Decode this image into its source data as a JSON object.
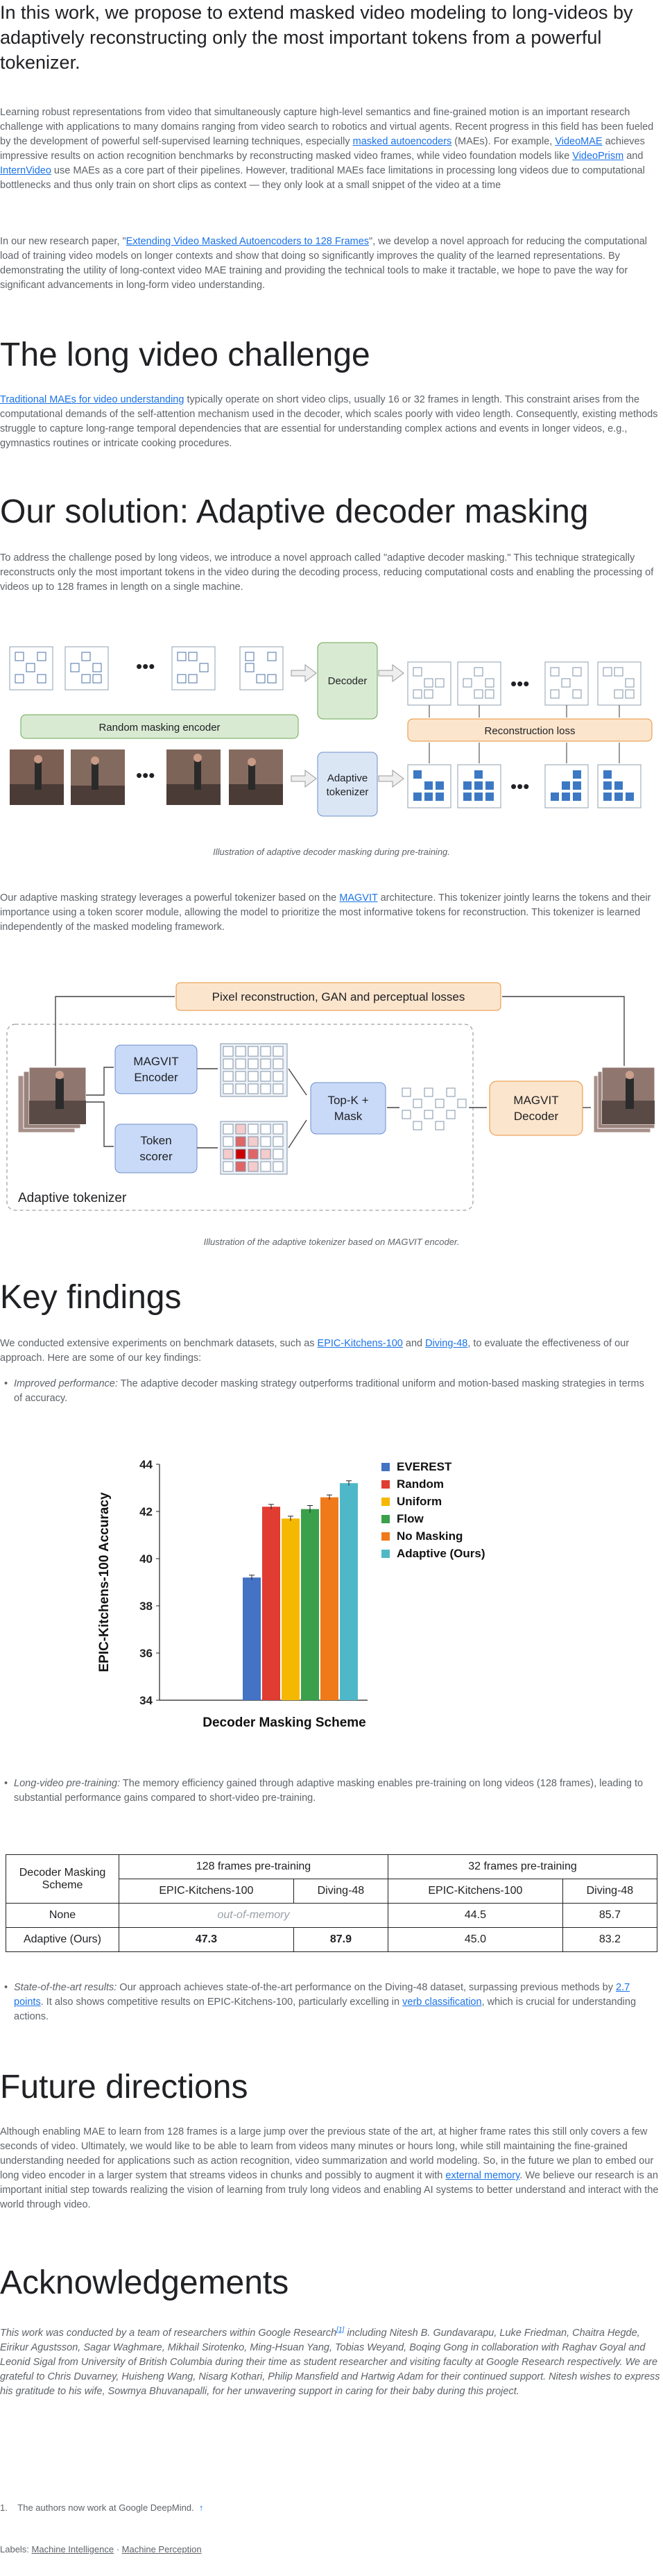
{
  "intro": {
    "lead": "In this work, we propose to extend masked video modeling to long-videos by adaptively reconstructing only the most important tokens from a powerful tokenizer.",
    "p1_a": "Learning robust representations from video that simultaneously capture high-level semantics and fine-grained motion is an important research challenge with applications to many domains ranging from video search to robotics and virtual agents. Recent progress in this field has been fueled by the development of powerful self-supervised learning techniques, especially ",
    "p1_link1": "masked autoencoders",
    "p1_b": " (MAEs). For example, ",
    "p1_link2": "VideoMAE",
    "p1_c": " achieves impressive results on action recognition benchmarks by reconstructing masked video frames, while video foundation models like ",
    "p1_link3": "VideoPrism",
    "p1_d": " and ",
    "p1_link4": "InternVideo",
    "p1_e": " use MAEs as a core part of their pipelines. However, traditional MAEs face limitations in processing long videos due to computational bottlenecks and thus only train on short clips as context — they only look at a small snippet of the video at a time",
    "p2_a": "In our new research paper, \"",
    "p2_link": "Extending Video Masked Autoencoders to 128 Frames",
    "p2_b": "\", we develop a novel approach for reducing the computational load of training video models on longer contexts and show that doing so significantly improves the quality of the learned representations. By demonstrating the utility of long-context video MAE training and providing the technical tools to make it tractable, we hope to pave the way for significant advancements in long-form video understanding."
  },
  "challenge": {
    "heading": "The long video challenge",
    "link": "Traditional MAEs for video understanding",
    "text": " typically operate on short video clips, usually 16 or 32 frames in length. This constraint arises from the computational demands of the self-attention mechanism used in the decoder, which scales poorly with video length. Consequently, existing methods struggle to capture long-range temporal dependencies that are essential for understanding complex actions and events in longer videos, e.g., gymnastics routines or intricate cooking procedures."
  },
  "solution": {
    "heading": "Our solution: Adaptive decoder masking",
    "text": "To address the challenge posed by long videos, we introduce a novel approach called \"adaptive decoder masking.\" This technique strategically reconstructs only the most important tokens in the video during the decoding process, reducing computational costs and enabling the processing of videos up to 128 frames in length on a single machine.",
    "fig1": {
      "encoder": "Random masking encoder",
      "decoder": "Decoder",
      "loss": "Reconstruction loss",
      "tokenizer_line1": "Adaptive",
      "tokenizer_line2": "tokenizer",
      "dots": "•••",
      "caption": "Illustration of adaptive decoder masking during pre-training."
    },
    "text2_a": "Our adaptive masking strategy leverages a powerful tokenizer based on the ",
    "text2_link": "MAGVIT",
    "text2_b": " architecture. This tokenizer jointly learns the tokens and their importance using a token scorer module, allowing the model to prioritize the most informative tokens for reconstruction. This tokenizer is learned independently of the masked modeling framework.",
    "fig2": {
      "losses": "Pixel reconstruction, GAN and perceptual losses",
      "enc_line1": "MAGVIT",
      "enc_line2": "Encoder",
      "scorer_line1": "Token",
      "scorer_line2": "scorer",
      "topk_line1": "Top-K +",
      "topk_line2": "Mask",
      "dec_line1": "MAGVIT",
      "dec_line2": "Decoder",
      "label": "Adaptive tokenizer",
      "caption": "Illustration of the adaptive tokenizer based on MAGVIT encoder."
    }
  },
  "findings": {
    "heading": "Key findings",
    "intro_a": "We conducted extensive experiments on benchmark datasets, such as ",
    "intro_link1": "EPIC-Kitchens-100",
    "intro_b": " and ",
    "intro_link2": "Diving-48",
    "intro_c": ", to evaluate the effectiveness of our approach. Here are some of our key findings:",
    "b1_title": "Improved performance:",
    "b1_text": " The adaptive decoder masking strategy outperforms traditional uniform and motion-based masking strategies in terms of accuracy.",
    "b2_title": "Long-video pre-training:",
    "b2_text": " The memory efficiency gained through adaptive masking enables pre-training on long videos (128 frames), leading to substantial performance gains compared to short-video pre-training.",
    "b3_title": "State-of-the-art results:",
    "b3_a": " Our approach achieves state-of-the-art performance on the Diving-48 dataset, surpassing previous methods by ",
    "b3_link1": "2.7 points",
    "b3_b": ". It also shows competitive results on EPIC-Kitchens-100, particularly excelling in ",
    "b3_link2": "verb classification",
    "b3_c": ", which is crucial for understanding actions."
  },
  "chart_data": {
    "type": "bar",
    "categories": [
      "EVEREST",
      "Random",
      "Uniform",
      "Flow",
      "No Masking",
      "Adaptive (Ours)"
    ],
    "values": [
      39.2,
      42.2,
      41.7,
      42.1,
      42.6,
      43.2
    ],
    "errors": [
      0.1,
      0.1,
      0.1,
      0.15,
      0.1,
      0.1
    ],
    "colors": [
      "#4472c4",
      "#e03c31",
      "#f5b800",
      "#3aa04a",
      "#f07a1a",
      "#4fb8c8"
    ],
    "xlabel": "Decoder Masking Scheme",
    "ylabel": "EPIC-Kitchens-100 Accuracy",
    "ylim": [
      34,
      44
    ],
    "yticks": [
      "34",
      "36",
      "38",
      "40",
      "42",
      "44"
    ],
    "legend": "top-right",
    "grid": false
  },
  "table": {
    "col_scheme_line1": "Decoder Masking",
    "col_scheme_line2": "Scheme",
    "group1": "128 frames pre-training",
    "group2": "32 frames pre-training",
    "sub1": "EPIC-Kitchens-100",
    "sub2": "Diving-48",
    "sub3": "EPIC-Kitchens-100",
    "sub4": "Diving-48",
    "rows": [
      {
        "scheme": "None",
        "v1": "out-of-memory",
        "v3": "44.5",
        "v4": "85.7"
      },
      {
        "scheme": "Adaptive (Ours)",
        "v1": "47.3",
        "v2": "87.9",
        "v3": "45.0",
        "v4": "83.2"
      }
    ]
  },
  "future": {
    "heading": "Future directions",
    "text_a": "Although enabling MAE to learn from 128 frames is a large jump over the previous state of the art, at higher frame rates this still only covers a few seconds of video. Ultimately, we would like to be able to learn from videos many minutes or hours long, while still maintaining the fine-grained understanding needed for applications such as action recognition, video summarization and world modeling. So, in the future we plan to embed our long video encoder in a larger system that streams videos in chunks and possibly to augment it with ",
    "text_link": "external memory",
    "text_b": ". We believe our research is an important initial step towards realizing the vision of learning from truly long videos and enabling AI systems to better understand and interact with the world through video."
  },
  "ack": {
    "heading": "Acknowledgements",
    "text_a": "This work was conducted by a team of researchers within Google Research",
    "sup": "[1]",
    "text_b": " including Nitesh B. Gundavarapu, Luke Friedman, Chaitra Hegde, Eirikur Agustsson, Sagar Waghmare, Mikhail Sirotenko, Ming-Hsuan Yang, Tobias Weyand, Boqing Gong in collaboration with Raghav Goyal and Leonid Sigal from University of British Columbia during their time as student researcher and visiting faculty at Google Research respectively. We are grateful to Chris Duvarney, Huisheng Wang, Nisarg Kothari, Philip Mansfield and Hartwig Adam for their continued support. Nitesh wishes to express his gratitude to his wife, Sowmya Bhuvanapalli, for her unwavering support in caring for their baby during this project."
  },
  "footnote": {
    "num": "1.",
    "text": "The authors now work at Google DeepMind.",
    "arrow": "↑"
  },
  "labels": {
    "prefix": "Labels:",
    "l1": "Machine Intelligence",
    "sep": "·",
    "l2": "Machine Perception"
  }
}
